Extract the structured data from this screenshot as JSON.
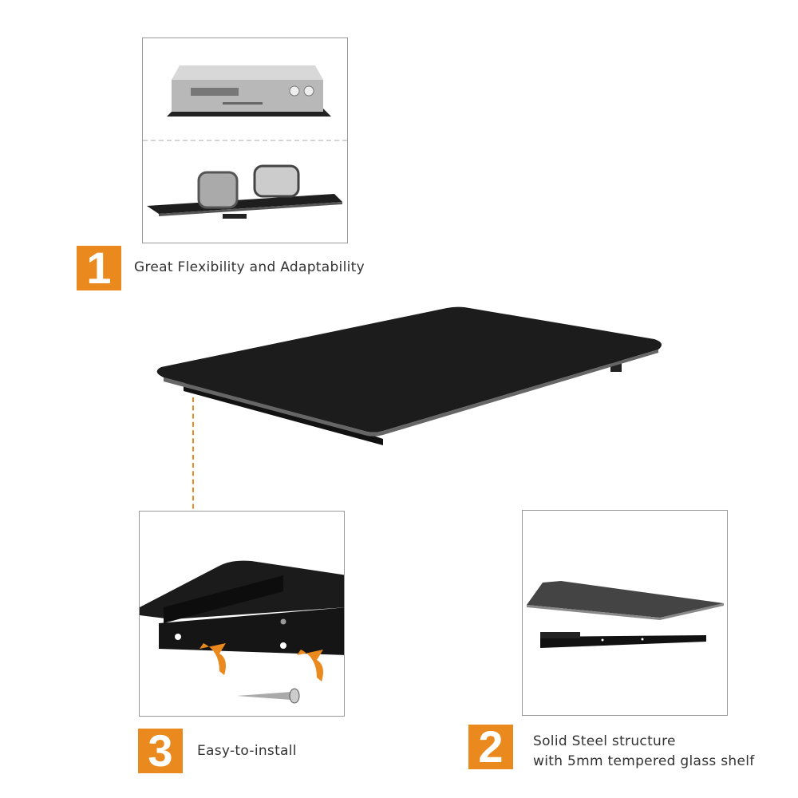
{
  "features": [
    {
      "number": "1",
      "label": "Great Flexibility and Adaptability"
    },
    {
      "number": "3",
      "label": "Easy-to-install"
    },
    {
      "number": "2",
      "line1": "Solid Steel structure",
      "line2": "with 5mm tempered glass shelf"
    }
  ],
  "colors": {
    "accent": "#ea8a1e",
    "shelf": "#1c1c1c",
    "border": "#9a9a9a"
  }
}
